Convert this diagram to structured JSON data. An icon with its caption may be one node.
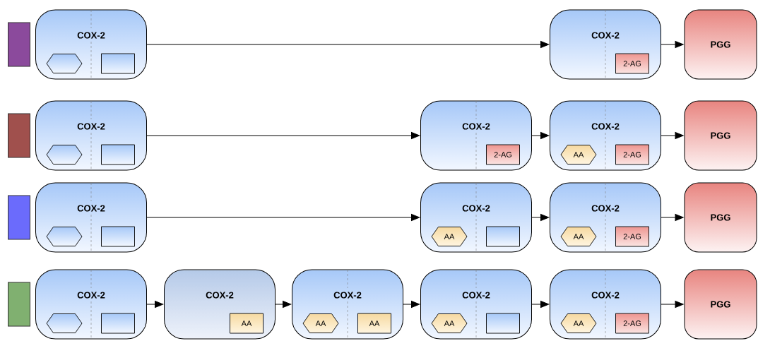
{
  "diagram": {
    "nodes": [
      {
        "text": [],
        "shape": "bar"
      },
      {
        "text": [
          "COX-2"
        ]
      },
      {
        "text": [],
        "shape": "hexagon",
        "in": 1
      },
      {
        "text": [],
        "shape": "box",
        "in": 1
      },
      {
        "text": [
          "COX-2"
        ]
      },
      {
        "text": [
          "2-AG"
        ],
        "in": 4
      },
      {
        "text": [
          "PGG"
        ]
      },
      {
        "text": [],
        "shape": "bar"
      },
      {
        "text": [
          "COX-2"
        ]
      },
      {
        "text": [],
        "shape": "hexagon",
        "in": 8
      },
      {
        "text": [],
        "shape": "box",
        "in": 8
      },
      {
        "text": [
          "COX-2"
        ]
      },
      {
        "text": [
          "2-AG"
        ],
        "in": 11
      },
      {
        "text": [
          "COX-2"
        ]
      },
      {
        "text": [
          "AA"
        ],
        "in": 13
      },
      {
        "text": [
          "2-AG"
        ],
        "in": 13
      },
      {
        "text": [
          "PGG"
        ]
      },
      {
        "text": [],
        "shape": "bar"
      },
      {
        "text": [
          "COX-2"
        ]
      },
      {
        "text": [],
        "shape": "hexagon",
        "in": 18
      },
      {
        "text": [],
        "shape": "box",
        "in": 18
      },
      {
        "text": [
          "COX-2"
        ]
      },
      {
        "text": [
          "AA"
        ],
        "in": 21
      },
      {
        "text": [],
        "shape": "box",
        "in": 21
      },
      {
        "text": [
          "COX-2"
        ]
      },
      {
        "text": [
          "AA"
        ],
        "in": 24
      },
      {
        "text": [
          "2-AG"
        ],
        "in": 24
      },
      {
        "text": [
          "PGG"
        ]
      },
      {
        "text": [],
        "shape": "bar"
      },
      {
        "text": [
          "COX-2"
        ]
      },
      {
        "text": [],
        "shape": "hexagon",
        "in": 29
      },
      {
        "text": [],
        "shape": "box",
        "in": 29
      },
      {
        "text": [
          "COX-2"
        ]
      },
      {
        "text": [
          "AA"
        ],
        "in": 32
      },
      {
        "text": [
          "COX-2"
        ]
      },
      {
        "text": [
          "AA"
        ],
        "in": 34
      },
      {
        "text": [
          "AA"
        ],
        "in": 34
      },
      {
        "text": [
          "COX-2"
        ]
      },
      {
        "text": [
          "AA"
        ],
        "in": 37
      },
      {
        "text": [],
        "shape": "box",
        "in": 37
      },
      {
        "text": [
          "COX-2"
        ]
      },
      {
        "text": [
          "AA"
        ],
        "in": 40
      },
      {
        "text": [
          "2-AG"
        ],
        "in": 40
      },
      {
        "text": [
          "PGG"
        ]
      }
    ],
    "edges": [
      {
        "from": 1,
        "to": 4,
        "arrow": "to"
      },
      {
        "from": 4,
        "to": 6,
        "arrow": "to"
      },
      {
        "from": 8,
        "to": 11,
        "arrow": "to"
      },
      {
        "from": 11,
        "to": 13,
        "arrow": "to"
      },
      {
        "from": 13,
        "to": 16,
        "arrow": "to"
      },
      {
        "from": 18,
        "to": 21,
        "arrow": "to"
      },
      {
        "from": 21,
        "to": 24,
        "arrow": "to"
      },
      {
        "from": 24,
        "to": 27,
        "arrow": "to"
      },
      {
        "from": 29,
        "to": 32,
        "arrow": "to"
      },
      {
        "from": 32,
        "to": 34,
        "arrow": "to"
      },
      {
        "from": 34,
        "to": 37,
        "arrow": "to"
      },
      {
        "from": 37,
        "to": 40,
        "arrow": "to"
      },
      {
        "from": 40,
        "to": 43,
        "arrow": "to"
      }
    ]
  }
}
